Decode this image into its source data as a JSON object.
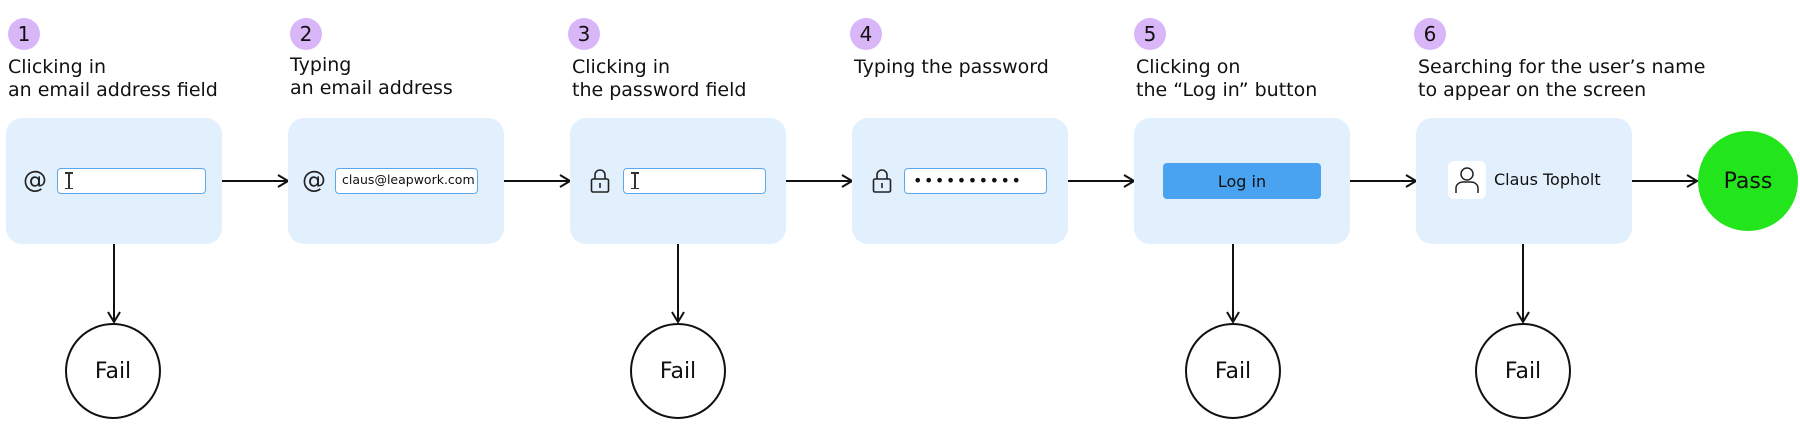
{
  "steps": [
    {
      "number": "1",
      "title_lines": [
        "Clicking in",
        "an email address field"
      ],
      "icon": "at-icon",
      "field_value": ""
    },
    {
      "number": "2",
      "title_lines": [
        "Typing",
        "an email address"
      ],
      "icon": "at-icon",
      "field_value": "claus@leapwork.com"
    },
    {
      "number": "3",
      "title_lines": [
        "Clicking in",
        "the password field"
      ],
      "icon": "lock-icon",
      "field_value": ""
    },
    {
      "number": "4",
      "title_lines": [
        "Typing the password",
        ""
      ],
      "icon": "lock-icon",
      "field_value": "••••••••••"
    },
    {
      "number": "5",
      "title_lines": [
        "Clicking on",
        "the “Log in” button"
      ],
      "button_label": "Log in"
    },
    {
      "number": "6",
      "title_lines": [
        "Searching for the user’s name",
        "to appear on the screen"
      ],
      "icon": "user-icon",
      "user_name": "Claus Topholt"
    }
  ],
  "at_symbol": "@",
  "outcomes": {
    "fail_label": "Fail",
    "pass_label": "Pass"
  },
  "colors": {
    "badge": "#d9b6f7",
    "card": "#e2effd",
    "field_border": "#5aa9ef",
    "button": "#4aa3f0",
    "pass": "#22e61b"
  }
}
